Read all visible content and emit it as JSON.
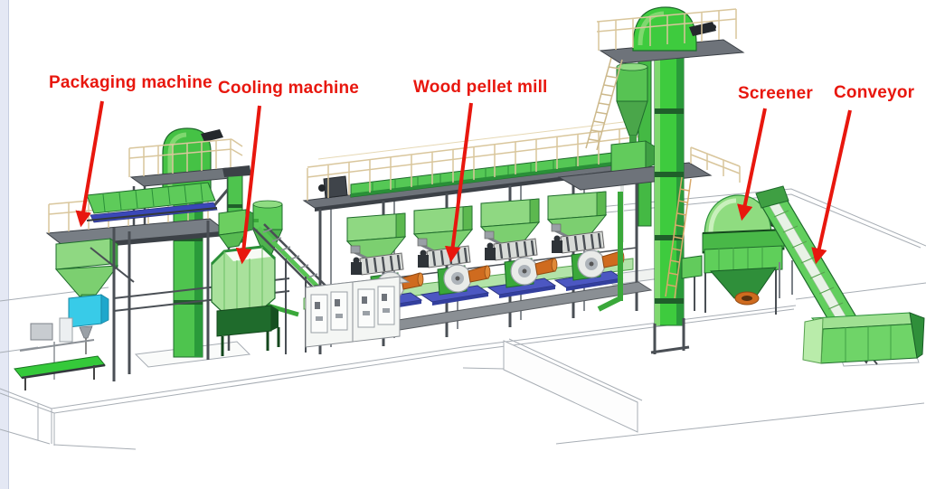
{
  "meta": {
    "description": "3D isometric illustration of a complete wood pellet production line with red callout labels and arrows"
  },
  "annotations": {
    "font_color": "#e8170e",
    "labels": [
      {
        "id": "packaging-machine",
        "text": "Packaging machine"
      },
      {
        "id": "cooling-machine",
        "text": "Cooling machine"
      },
      {
        "id": "wood-pellet-mill",
        "text": "Wood pellet mill"
      },
      {
        "id": "screener",
        "text": "Screener"
      },
      {
        "id": "conveyor",
        "text": "Conveyor"
      }
    ]
  },
  "illustration": {
    "parts": [
      "packaging-machine-with-bagging-line",
      "packaging-bucket-elevator",
      "cooling-machine-with-cyclone",
      "pellet-mill-row-of-four-with-feed-hoppers",
      "control-cabinets",
      "overhead-conveyor-walkway",
      "main-bucket-elevator-tower-with-cyclone",
      "rotary-screener",
      "inclined-discharge-belt-conveyor"
    ],
    "colors": {
      "machine_green": "#4ec44e",
      "machine_green_light": "#a9e19c",
      "machine_green_dark": "#1f6b2c",
      "railing_beige": "#d9c69c",
      "steel_gray": "#4a4f55",
      "deck_gray": "#6e737a",
      "mill_base_blue": "#4c57c2",
      "motor_orange": "#cf6b1f",
      "weigher_cyan": "#38cbe8",
      "floor_line_gray": "#a7adb4",
      "background": "#ffffff",
      "left_margin_band": "#e4e8f4"
    }
  }
}
